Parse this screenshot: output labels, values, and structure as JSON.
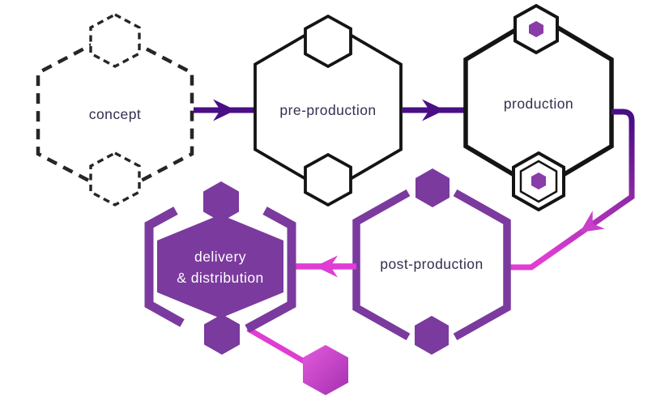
{
  "diagram": {
    "type": "workflow-flowchart",
    "stages": [
      {
        "label": "concept"
      },
      {
        "label": "pre-production"
      },
      {
        "label": "production"
      },
      {
        "label": "post-production"
      },
      {
        "label_line1": "delivery",
        "label_line2": "& distribution"
      }
    ],
    "flow": [
      {
        "from": "concept",
        "to": "pre-production"
      },
      {
        "from": "pre-production",
        "to": "production"
      },
      {
        "from": "production",
        "to": "post-production"
      },
      {
        "from": "post-production",
        "to": "delivery & distribution"
      }
    ]
  },
  "colors": {
    "ink": "#141414",
    "dash-ink": "#262626",
    "violet": "#4A0E86",
    "purple": "#7B3A9E",
    "core-purple": "#8A3CA8",
    "magenta": "#DF3DD3",
    "flow-mid": "#8F2AA6",
    "flow-head": "#C93FCC",
    "hex-grad-start": "#E259DC",
    "hex-grad-end": "#A531B1",
    "label": "#32304F",
    "label-light": "#FFFFFF"
  }
}
